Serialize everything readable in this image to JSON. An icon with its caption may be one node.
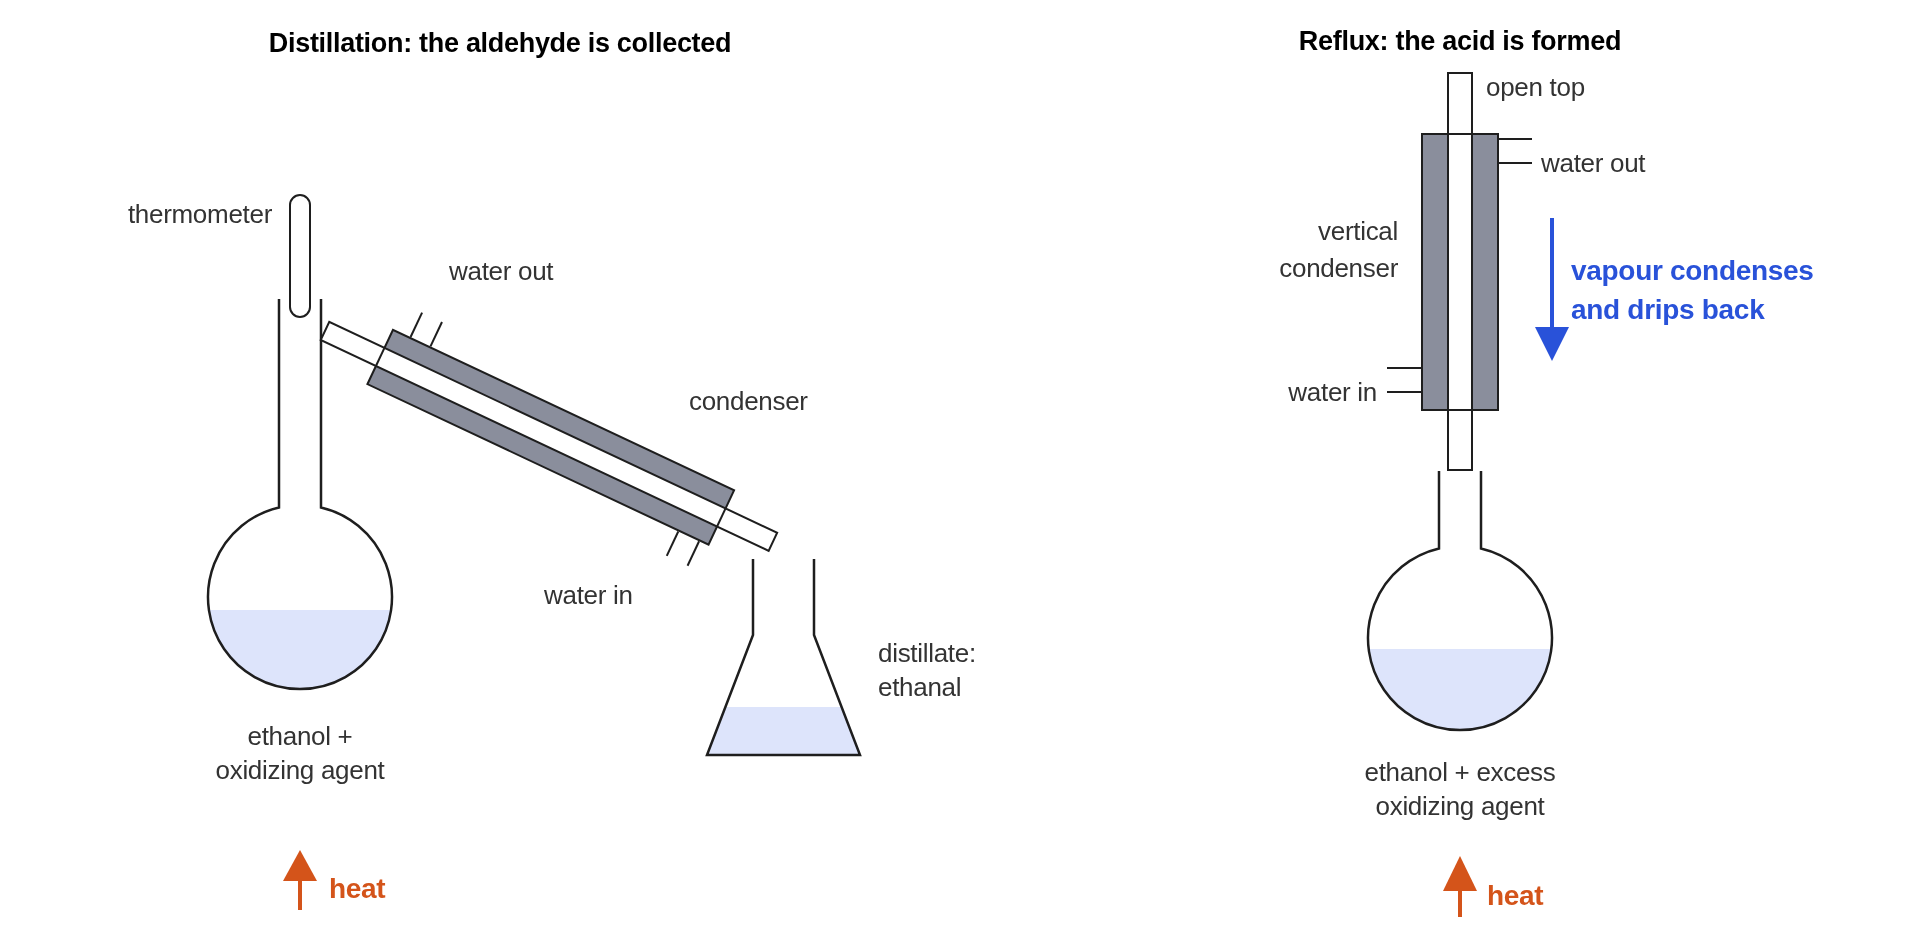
{
  "diagram": {
    "labels": [
      "Distillation: the aldehyde is collected",
      "thermometer",
      "water out",
      "condenser",
      "water in",
      "distillate: ethanal",
      "ethanol + oxidizing agent",
      "heat",
      "Reflux: the acid is formed",
      "open top",
      "water out",
      "vertical condenser",
      "vapour condenses and drips back",
      "water in",
      "ethanol + excess oxidizing agent",
      "heat"
    ]
  }
}
